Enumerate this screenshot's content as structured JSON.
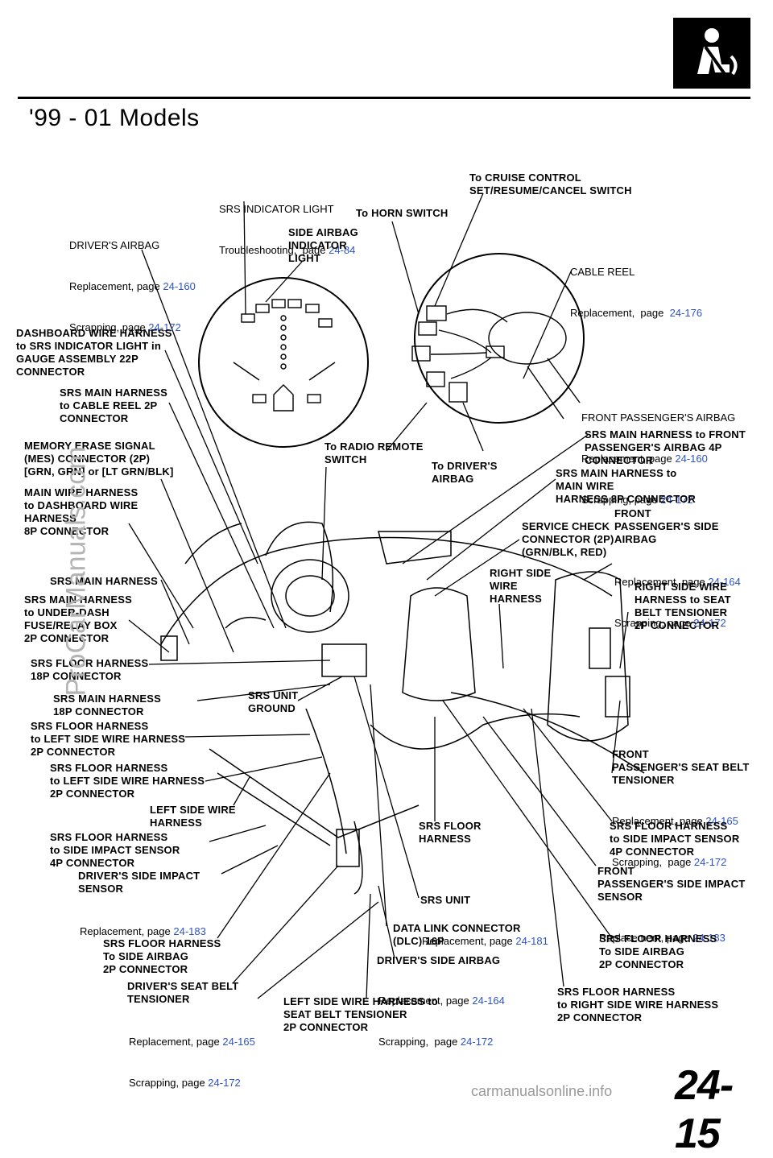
{
  "heading": "'99 - 01  Models",
  "page_number": "24-15",
  "footer_url": "carmanualsonline.info",
  "watermark": "ProCarManuals.com",
  "icon": "seatbelt-airbag-icon",
  "colors": {
    "link": "#2d53c8",
    "ink": "#000000"
  },
  "refs": {
    "srs_indicator": {
      "title": "SRS INDICATOR LIGHT",
      "l1": "Troubleshooting,  page ",
      "p1": "24-84"
    },
    "drivers_airbag": {
      "title": "DRIVER'S AIRBAG",
      "l1": "Replacement, page ",
      "p1": "24-160",
      "l2": "Scrapping, page ",
      "p2": "24-172"
    },
    "cable_reel": {
      "title": "CABLE REEL",
      "l1": "Replacement,  page  ",
      "p1": "24-176"
    },
    "front_pass_airbag": {
      "title": "FRONT PASSENGER'S AIRBAG",
      "l1": "Replacement, page ",
      "p1": "24-160",
      "l2": "Scrapping, page ",
      "p2": "24-172"
    },
    "front_pass_side": {
      "l1": "Replacement, page ",
      "p1": "24-164",
      "l2": "Scrapping, page ",
      "p2": "24-172"
    },
    "front_pass_tensioner": {
      "l1": "Replacement, page ",
      "p1": "24-165",
      "l2": "Scrapping,  page ",
      "p2": "24-172"
    },
    "front_pass_impact": {
      "l1": "Replacement, page ",
      "p1": "24-183"
    },
    "driver_impact": {
      "l1": "Replacement, page ",
      "p1": "24-183"
    },
    "srs_unit": {
      "l1": "Replacement, page ",
      "p1": "24-181"
    },
    "driver_side_airbag": {
      "l1": "Replacement, page ",
      "p1": "24-164",
      "l2": "Scrapping,  page ",
      "p2": "24-172"
    },
    "driver_tensioner": {
      "l1": "Replacement, page ",
      "p1": "24-165",
      "l2": "Scrapping, page ",
      "p2": "24-172"
    }
  },
  "captions": {
    "cruise": "To CRUISE CONTROL\nSET/RESUME/CANCEL SWITCH",
    "horn": "To HORN SWITCH",
    "side_airbag_light": "SIDE AIRBAG\nINDICATOR\nLIGHT",
    "dash_harness": "DASHBOARD WIRE HARNESS\nto SRS INDICATOR LIGHT in\nGAUGE ASSEMBLY 22P\nCONNECTOR",
    "main_cable_reel": "SRS MAIN HARNESS\nto CABLE REEL 2P\nCONNECTOR",
    "mes": "MEMORY ERASE SIGNAL\n(MES) CONNECTOR (2P)\n[GRN, GRN] or [LT GRN/BLK]",
    "main_wire_dash": "MAIN WIRE HARNESS\nto DASHBOARD WIRE\nHARNESS\n8P CONNECTOR",
    "radio": "To RADIO REMOTE\nSWITCH",
    "to_driver_airbag": "To DRIVER'S\nAIRBAG",
    "main_front_pass": "SRS MAIN HARNESS to FRONT\nPASSENGER'S AIRBAG 4P\nCONNECTOR",
    "main_main_wire": "SRS MAIN HARNESS to\nMAIN WIRE\nHARNESS 8P CONNECTOR",
    "front_pass_side": "FRONT\nPASSENGER'S SIDE\nAIRBAG",
    "service_check": "SERVICE CHECK\nCONNECTOR (2P)\n(GRN/BLK, RED)",
    "right_side_wire": "RIGHT SIDE\nWIRE\nHARNESS",
    "right_side_tensioner": "RIGHT SIDE WIRE\nHARNESS to SEAT\nBELT TENSIONER\n2P CONNECTOR",
    "srs_main": "SRS MAIN HARNESS",
    "main_underdash": "SRS MAIN HARNESS\nto UNDER-DASH\nFUSE/RELAY BOX\n2P CONNECTOR",
    "floor_18p": "SRS FLOOR HARNESS\n18P CONNECTOR",
    "main_18p": "SRS MAIN HARNESS\n18P CONNECTOR",
    "unit_ground": "SRS UNIT\nGROUND",
    "floor_left1": "SRS FLOOR HARNESS\nto LEFT SIDE WIRE HARNESS\n2P CONNECTOR",
    "floor_left2": "SRS FLOOR HARNESS\nto LEFT SIDE WIRE HARNESS\n2P CONNECTOR",
    "left_side_wire": "LEFT SIDE WIRE\nHARNESS",
    "floor_impact_left": "SRS FLOOR HARNESS\nto SIDE IMPACT SENSOR\n4P CONNECTOR",
    "driver_impact": "DRIVER'S SIDE IMPACT\nSENSOR",
    "front_tensioner": "FRONT\nPASSENGER'S SEAT BELT\nTENSIONER",
    "srs_floor": "SRS FLOOR\nHARNESS",
    "floor_impact_right": "SRS FLOOR HARNESS\nto SIDE IMPACT SENSOR\n4P CONNECTOR",
    "front_impact": "FRONT\nPASSENGER'S SIDE IMPACT\nSENSOR",
    "srs_unit": "SRS UNIT",
    "dlc": "DATA LINK CONNECTOR\n(DLC) 16P",
    "floor_side_airbag_left": "SRS FLOOR HARNESS\nTo SIDE AIRBAG\n2P CONNECTOR",
    "floor_side_airbag_right": "SRS FLOOR HARNESS\nTo SIDE AIRBAG\n2P CONNECTOR",
    "driver_side_airbag": "DRIVER'S SIDE AIRBAG",
    "driver_tensioner": "DRIVER'S SEAT BELT\nTENSIONER",
    "left_tensioner": "LEFT SIDE WIRE HARNESS to\nSEAT BELT TENSIONER\n2P CONNECTOR",
    "floor_right_wire": "SRS FLOOR HARNESS\nto RIGHT SIDE WIRE HARNESS\n2P CONNECTOR"
  }
}
